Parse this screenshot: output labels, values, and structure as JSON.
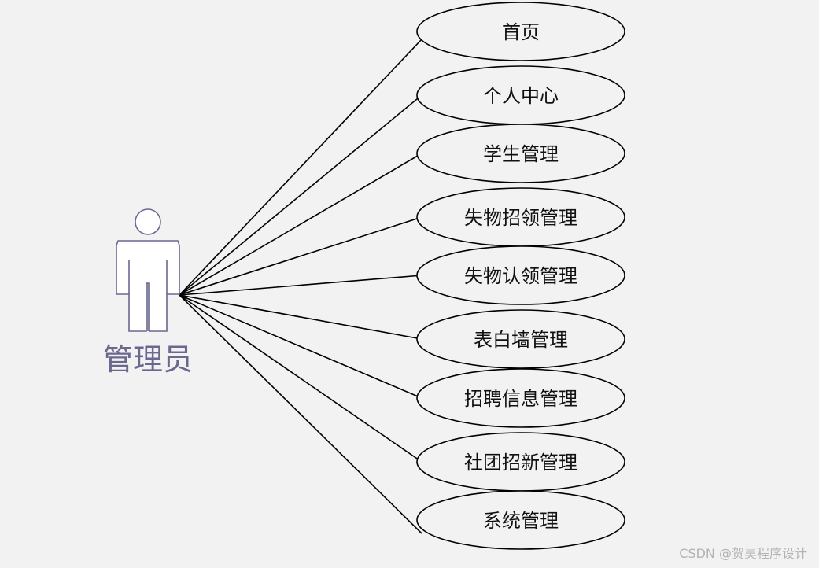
{
  "diagram": {
    "type": "use-case",
    "actor": {
      "label": "管理员",
      "icon": "person-icon",
      "color": "#6b6890"
    },
    "use_cases": [
      {
        "label": "首页"
      },
      {
        "label": "个人中心"
      },
      {
        "label": "学生管理"
      },
      {
        "label": "失物招领管理"
      },
      {
        "label": "失物认领管理"
      },
      {
        "label": "表白墙管理"
      },
      {
        "label": "招聘信息管理"
      },
      {
        "label": "社团招新管理"
      },
      {
        "label": "系统管理"
      }
    ]
  },
  "watermark": {
    "text": "CSDN @贺昊程序设计"
  },
  "colors": {
    "background": "#f2f2f2",
    "line": "#000000",
    "actor": "#6b6890",
    "ellipse_fill": "#f2f2f2"
  }
}
